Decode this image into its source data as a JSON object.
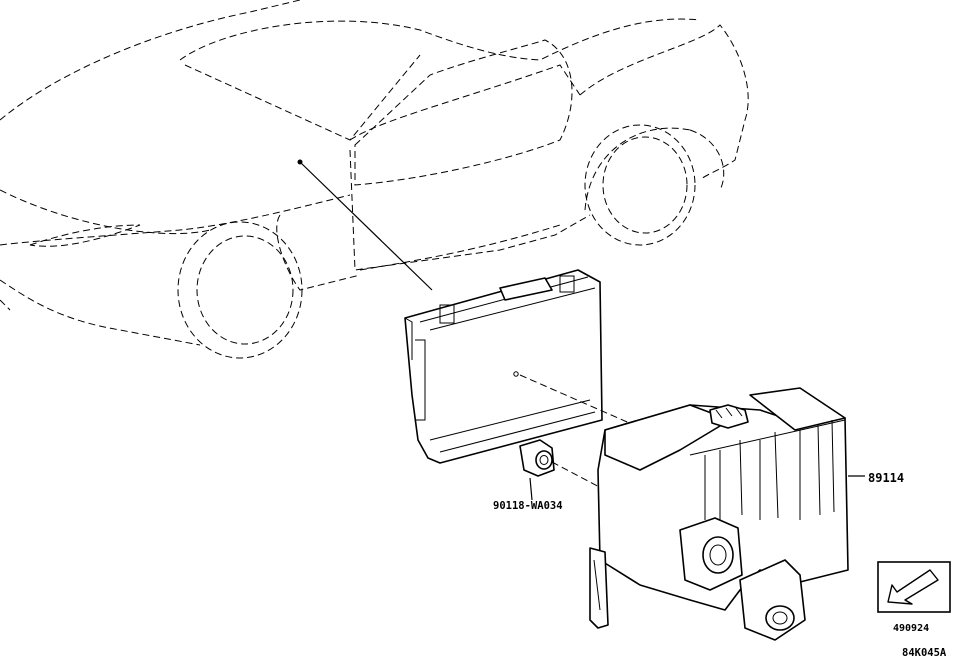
{
  "labels": {
    "part_bracket": "89114",
    "part_nut": "90118-WA034",
    "ref_code": "490924",
    "figure_code": "84K045A"
  }
}
